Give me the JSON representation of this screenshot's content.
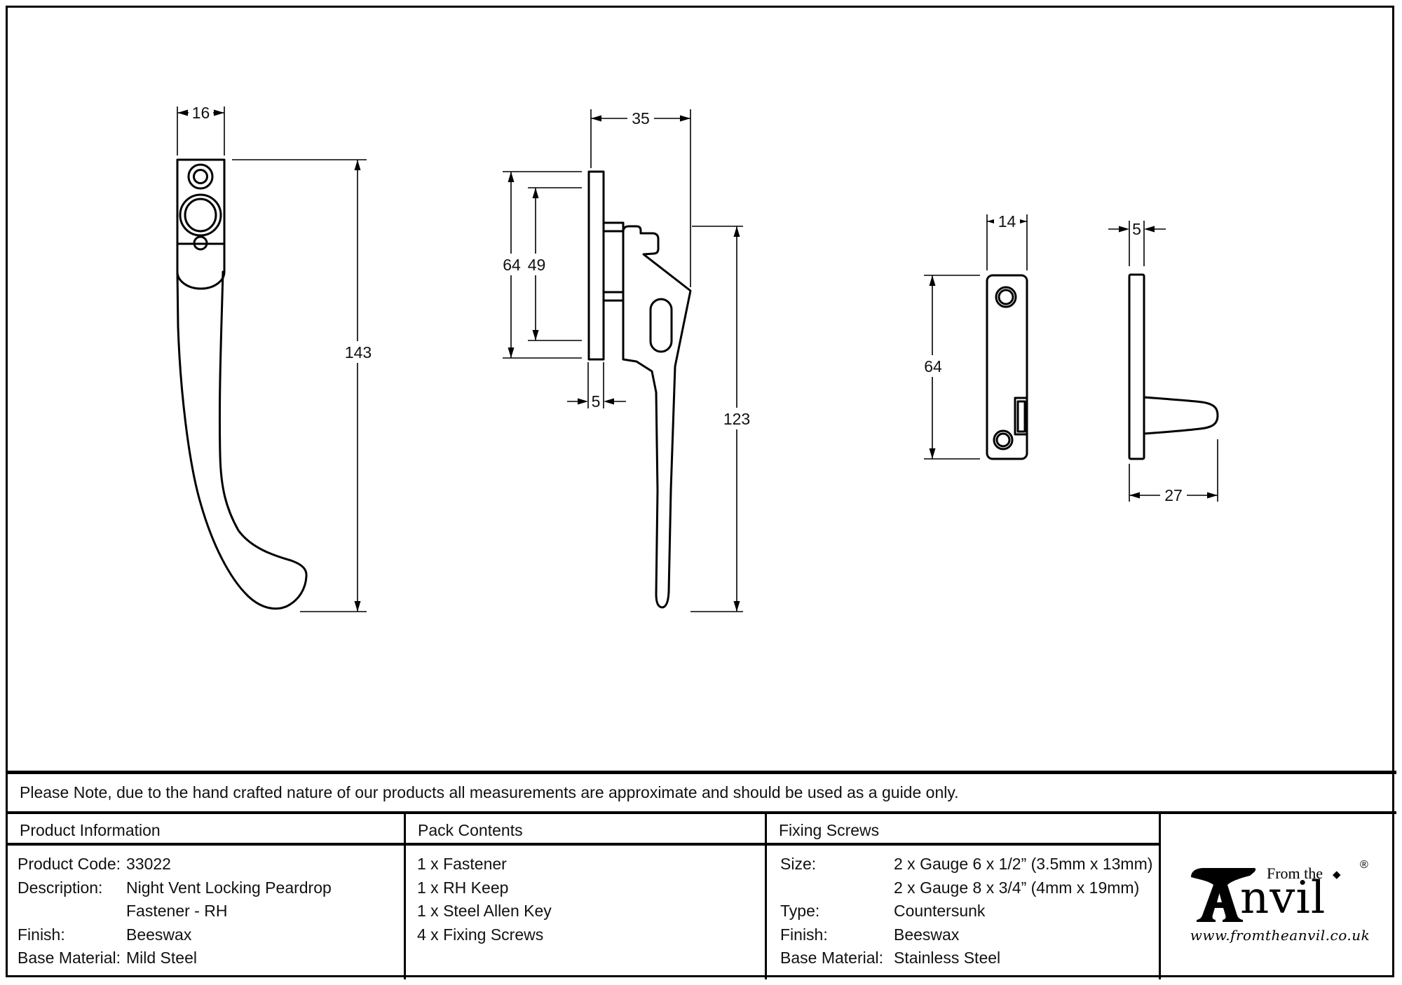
{
  "colors": {
    "ink": "#000000",
    "background": "#ffffff"
  },
  "note": "Please Note, due to the hand crafted nature of our products all measurements are approximate and should be used as a guide only.",
  "drawings": {
    "front_view": {
      "width": "16",
      "height": "143"
    },
    "side_view": {
      "width": "35",
      "plate_height": "64",
      "inner_height": "49",
      "plate_thickness": "5",
      "arm_height": "123"
    },
    "keep_front": {
      "width": "14",
      "height": "64"
    },
    "keep_side": {
      "thickness": "5",
      "depth": "27"
    }
  },
  "table": {
    "product_information": {
      "header": "Product Information",
      "rows": [
        {
          "label": "Product Code:",
          "value": "33022"
        },
        {
          "label": "Description:",
          "value": "Night Vent Locking Peardrop"
        },
        {
          "label": "",
          "value": "Fastener - RH"
        },
        {
          "label": "Finish:",
          "value": "Beeswax"
        },
        {
          "label": "Base Material:",
          "value": "Mild Steel"
        }
      ]
    },
    "pack_contents": {
      "header": "Pack Contents",
      "items": [
        "1 x Fastener",
        "1 x RH Keep",
        "1 x Steel Allen Key",
        "4 x Fixing Screws"
      ]
    },
    "fixing_screws": {
      "header": "Fixing Screws",
      "rows": [
        {
          "label": "Size:",
          "value": "2 x Gauge 6 x 1/2” (3.5mm x 13mm)"
        },
        {
          "label": "",
          "value": "2 x Gauge 8 x 3/4” (4mm x 19mm)"
        },
        {
          "label": "Type:",
          "value": "Countersunk"
        },
        {
          "label": "Finish:",
          "value": "Beeswax"
        },
        {
          "label": "Base Material:",
          "value": "Stainless Steel"
        }
      ]
    }
  },
  "logo": {
    "prefix": "From the",
    "name_rest": "nvil",
    "registered": "®",
    "diamond": "◆",
    "url": "www.fromtheanvil.co.uk"
  }
}
